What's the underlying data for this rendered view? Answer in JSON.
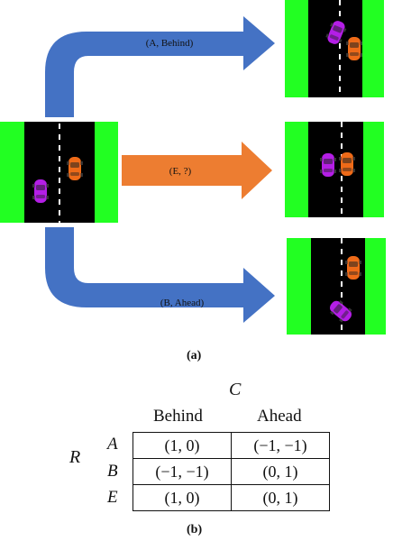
{
  "arrows": {
    "top_label": "(A, Behind)",
    "middle_label": "(E, ?)",
    "bottom_label": "(B, Ahead)",
    "top_color": "#4472c4",
    "middle_color": "#ed7d31",
    "bottom_color": "#4472c4"
  },
  "colors": {
    "grass": "#22ff22",
    "road": "#000000",
    "lane_line": "#ffffff",
    "car_purple": "#b41ee6",
    "car_orange": "#ee6a18"
  },
  "caption_a": "(a)",
  "caption_b": "(b)",
  "matrix": {
    "column_player": "C",
    "row_player": "R",
    "columns": [
      "Behind",
      "Ahead"
    ],
    "rows": [
      {
        "label": "A",
        "cells": [
          "(1, 0)",
          "(−1, −1)"
        ]
      },
      {
        "label": "B",
        "cells": [
          "(−1, −1)",
          "(0, 1)"
        ]
      },
      {
        "label": "E",
        "cells": [
          "(1, 0)",
          "(0, 1)"
        ]
      }
    ]
  }
}
